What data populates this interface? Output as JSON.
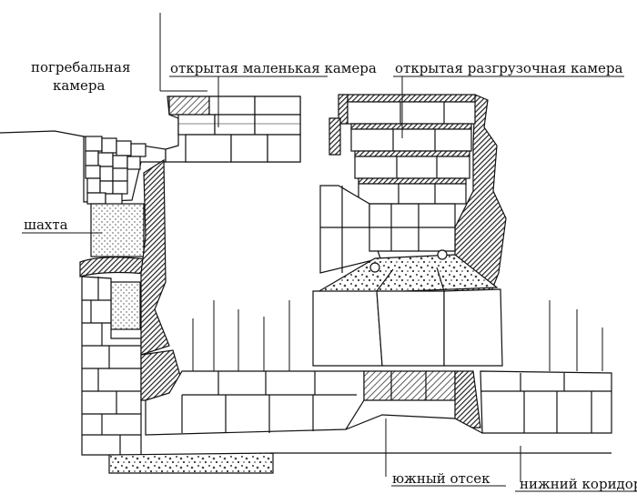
{
  "labels": {
    "burial_chamber_line1": "погребальная",
    "burial_chamber_line2": "камера",
    "open_small_chamber": "открытая маленькая камера",
    "open_relief_chamber": "открытая разгрузочная камера",
    "shaft": "шахта",
    "south_compartment": "южный отсек",
    "lower_corridor": "нижний коридор"
  },
  "colors": {
    "ink": "#111111",
    "paper": "#ffffff",
    "hatch": "#333333",
    "stone": "#ffffff"
  }
}
